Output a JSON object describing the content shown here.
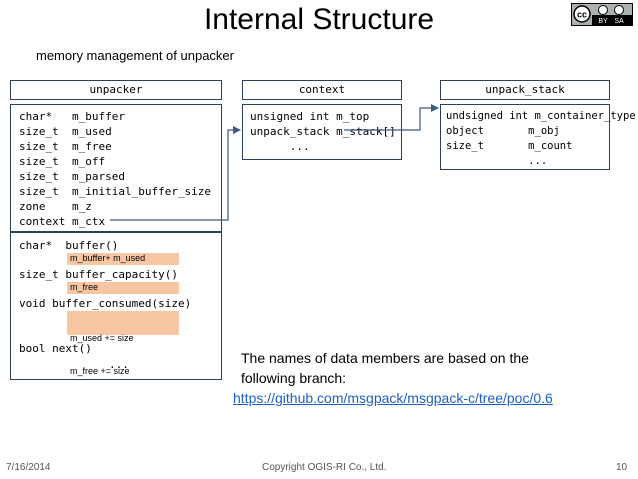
{
  "title": "Internal Structure",
  "subtitle": "memory management of unpacker",
  "license_badge": {
    "label": "cc",
    "by": "BY",
    "sa": "SA"
  },
  "boxes": {
    "unpacker": {
      "header": "unpacker",
      "members": [
        "char*   m_buffer",
        "size_t  m_used",
        "size_t  m_free",
        "size_t  m_off",
        "size_t  m_parsed",
        "size_t  m_initial_buffer_size",
        "zone    m_z",
        "context m_ctx"
      ],
      "methods": {
        "buffer": "char*  buffer()",
        "buffer_note": "m_buffer+ m_used",
        "buffer_capacity": "size_t buffer_capacity()",
        "buffer_capacity_note": "m_free",
        "buffer_consumed": "void buffer_consumed(size)",
        "buffer_consumed_note1": "m_used += size",
        "buffer_consumed_note2": "m_free += size",
        "next": "bool next()",
        "ellipsis": "..."
      }
    },
    "context": {
      "header": "context",
      "members": [
        "unsigned int m_top",
        "unpack_stack m_stack[]",
        "      ..."
      ]
    },
    "unpack_stack": {
      "header": "unpack_stack",
      "members": [
        "undsigned int m_container_type",
        "object       m_obj",
        "size_t       m_count",
        "             ..."
      ]
    }
  },
  "note": "The names of data members are based on the following branch:",
  "link": "https://github.com/msgpack/msgpack-c/tree/poc/0.6",
  "footer": {
    "date": "7/16/2014",
    "copyright": "Copyright OGIS-RI Co., Ltd.",
    "page": "10"
  }
}
